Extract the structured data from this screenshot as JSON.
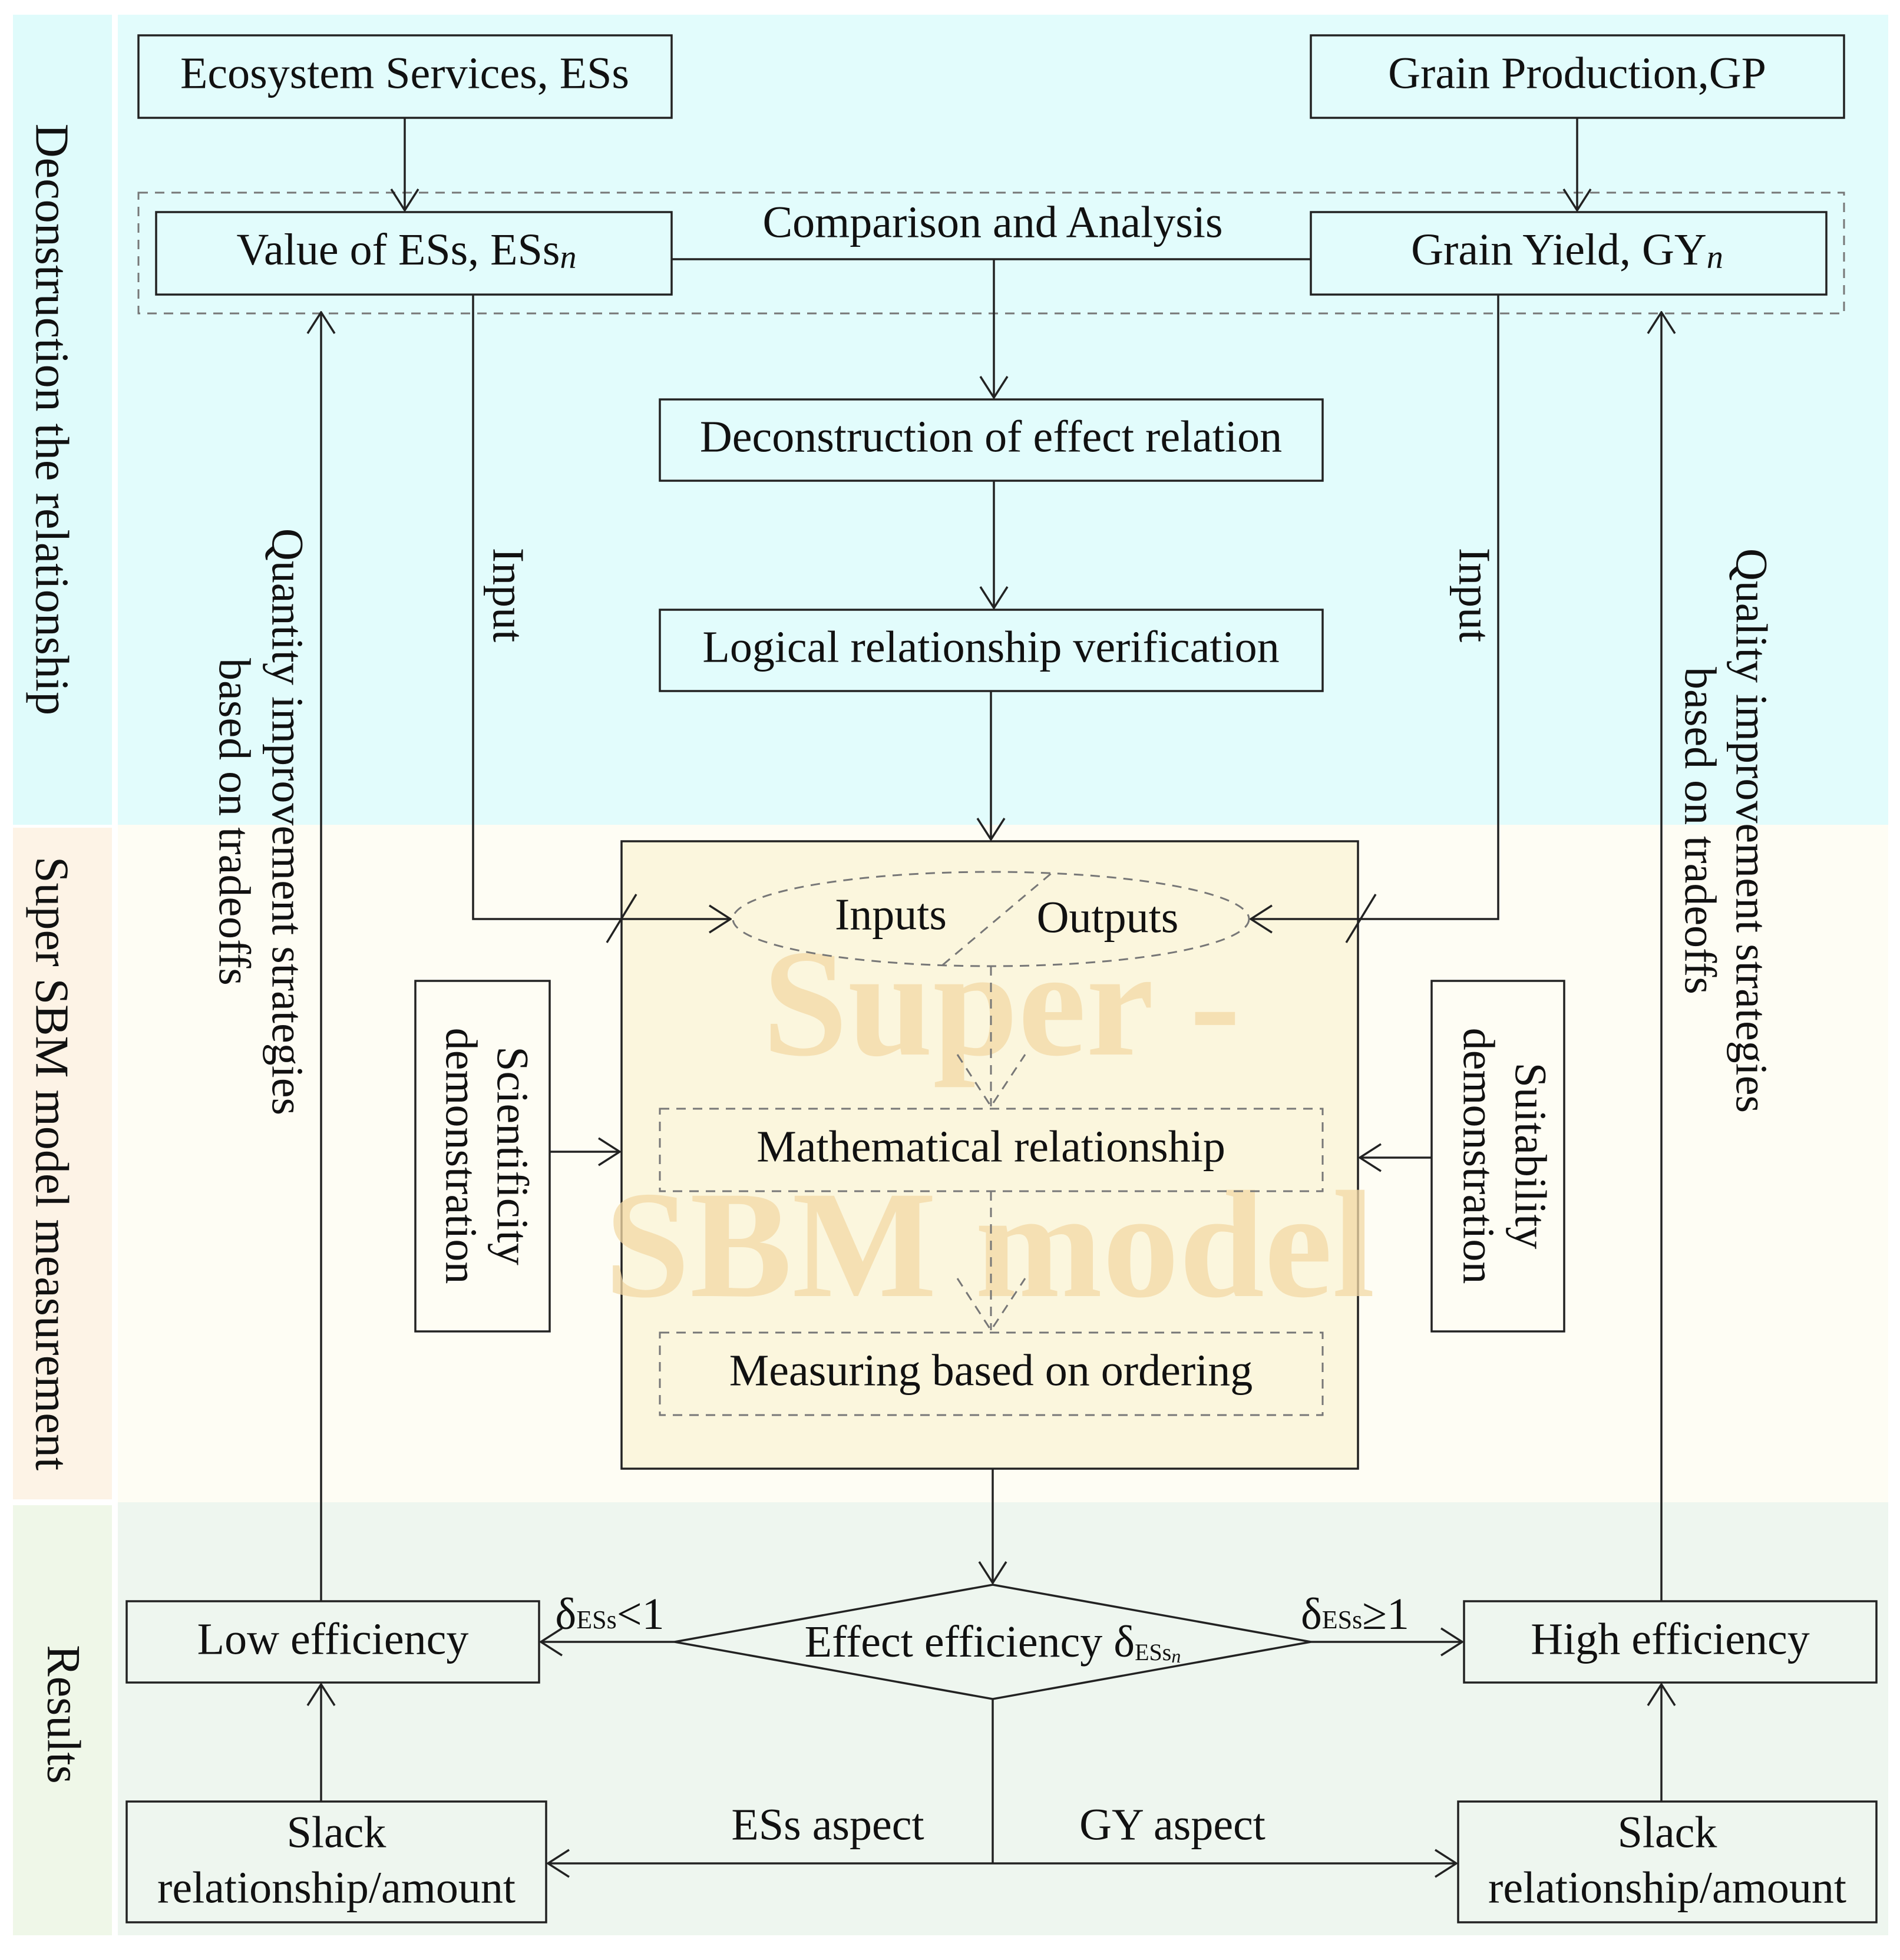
{
  "colors": {
    "band_top": "#e2fcfc",
    "band_mid": "#fefdf4",
    "band_bot": "#eef6ef",
    "side_top": "#dffbfb",
    "side_mid": "#fdf3e6",
    "side_bot": "#eff7e8",
    "model_fill": "#fbf6dd",
    "watermark": "#f3d9a6"
  },
  "sections": {
    "top": "Deconstruction the relationship",
    "middle": "Super SBM model measurement",
    "bottom": "Results"
  },
  "boxes": {
    "ecosystem_services": "Ecosystem Services, ESs",
    "grain_production": "Grain Production,GP",
    "value_of_ess": "Value of ESs, ESs",
    "value_of_ess_sub": "n",
    "grain_yield": "Grain Yield, GY",
    "grain_yield_sub": "n",
    "comparison": "Comparison and Analysis",
    "deconstruction": "Deconstruction of effect relation",
    "logical": "Logical relationship verification",
    "inputs": "Inputs",
    "outputs": "Outputs",
    "mathematical": "Mathematical relationship",
    "measuring": "Measuring based on ordering",
    "scientificity_1": "Scientificity",
    "scientificity_2": "demonstration",
    "suitability_1": "Suitability",
    "suitability_2": "demonstration",
    "low_efficiency": "Low efficiency",
    "high_efficiency": "High efficiency",
    "effect_efficiency": "Effect efficiency δ",
    "effect_efficiency_sub": "ESs",
    "effect_efficiency_subsub": "n",
    "slack_left_1": "Slack",
    "slack_left_2": "relationship/amount",
    "slack_right_1": "Slack",
    "slack_right_2": "relationship/amount"
  },
  "watermark": {
    "line1": "Super -",
    "line2": "SBM model"
  },
  "labels": {
    "input_left": "Input",
    "input_right": "Input",
    "quantity_1": "Quantity improvement strategies",
    "quantity_2": "based on tradeoffs",
    "quality_1": "Quality improvement strategies",
    "quality_2": "based on tradeoffs",
    "delta_low_symbol": "δ",
    "delta_low_sub": "ESs",
    "delta_low_cond": "<1",
    "delta_high_symbol": "δ",
    "delta_high_sub": "ESs",
    "delta_high_cond": "≥1",
    "ess_aspect": "ESs aspect",
    "gy_aspect": "GY aspect"
  }
}
